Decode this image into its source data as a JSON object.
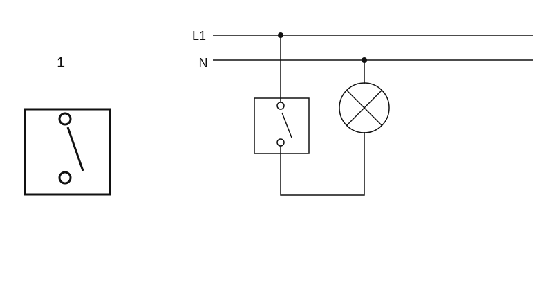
{
  "symbol_number": "1",
  "lines": {
    "l1_label": "L1",
    "n_label": "N"
  },
  "colors": {
    "stroke": "#111111",
    "background": "#ffffff"
  },
  "icons": {
    "switch_symbol": "single-pole-switch-icon",
    "lamp_symbol": "lamp-icon"
  }
}
